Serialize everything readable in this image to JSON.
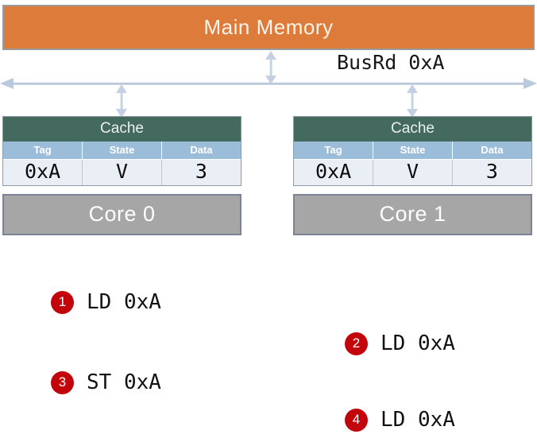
{
  "memory": {
    "label": "Main Memory",
    "color": "#DD7B3B"
  },
  "bus": {
    "message": "BusRd 0xA",
    "color": "#AFC4DC"
  },
  "nodes": [
    {
      "cache_title": "Cache",
      "columns": [
        "Tag",
        "State",
        "Data"
      ],
      "row": {
        "tag": "0xA",
        "state": "V",
        "data": "3",
        "tag_color": "#0d0d0d",
        "state_color": "#0d0d0d",
        "data_color": "#E8151C"
      },
      "core_label": "Core 0"
    },
    {
      "cache_title": "Cache",
      "columns": [
        "Tag",
        "State",
        "Data"
      ],
      "row": {
        "tag": "0xA",
        "state": "V",
        "data": "3",
        "tag_color": "#0d0d0d",
        "state_color": "#E8151C",
        "data_color": "#E8151C"
      },
      "core_label": "Core 1"
    }
  ],
  "steps": [
    {
      "number": "1",
      "text": "LD 0xA"
    },
    {
      "number": "2",
      "text": "LD 0xA"
    },
    {
      "number": "3",
      "text": "ST 0xA"
    },
    {
      "number": "4",
      "text": "LD 0xA"
    }
  ],
  "colors": {
    "badge": "#C2040B",
    "cache_header": "#44695F",
    "column_header": "#9BBDD9",
    "core": "#A6A6A6",
    "highlight": "#E8151C"
  }
}
